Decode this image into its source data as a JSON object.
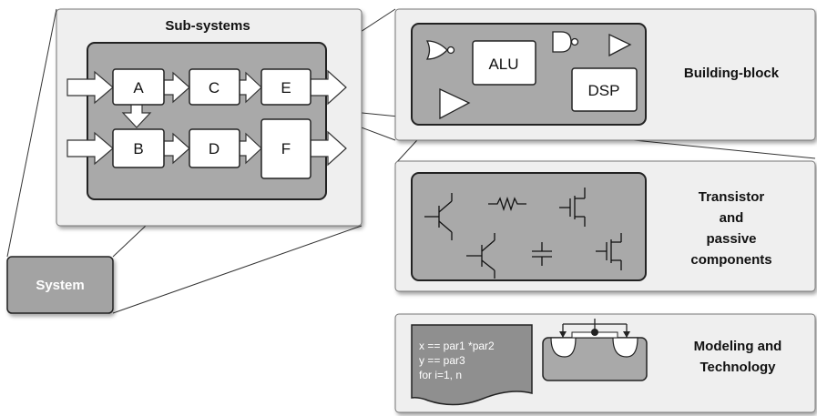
{
  "system": {
    "label": "System"
  },
  "subsystems": {
    "title": "Sub-systems",
    "blocks": {
      "a": "A",
      "b": "B",
      "c": "C",
      "d": "D",
      "e": "E",
      "f": "F"
    }
  },
  "building_block": {
    "label": "Building-block",
    "alu": "ALU",
    "dsp": "DSP"
  },
  "transistor": {
    "label_lines": [
      "Transistor",
      "and",
      "passive",
      "components"
    ]
  },
  "modeling": {
    "label_lines": [
      "Modeling and",
      "Technology"
    ],
    "code_lines": [
      "x == par1 *par2",
      "y == par3",
      "for i=1, n"
    ]
  },
  "colors": {
    "panel_fill": "#efefef",
    "dark_fill": "#a9a9a9",
    "system_fill": "#a3a3a3",
    "stroke": "#222222"
  }
}
